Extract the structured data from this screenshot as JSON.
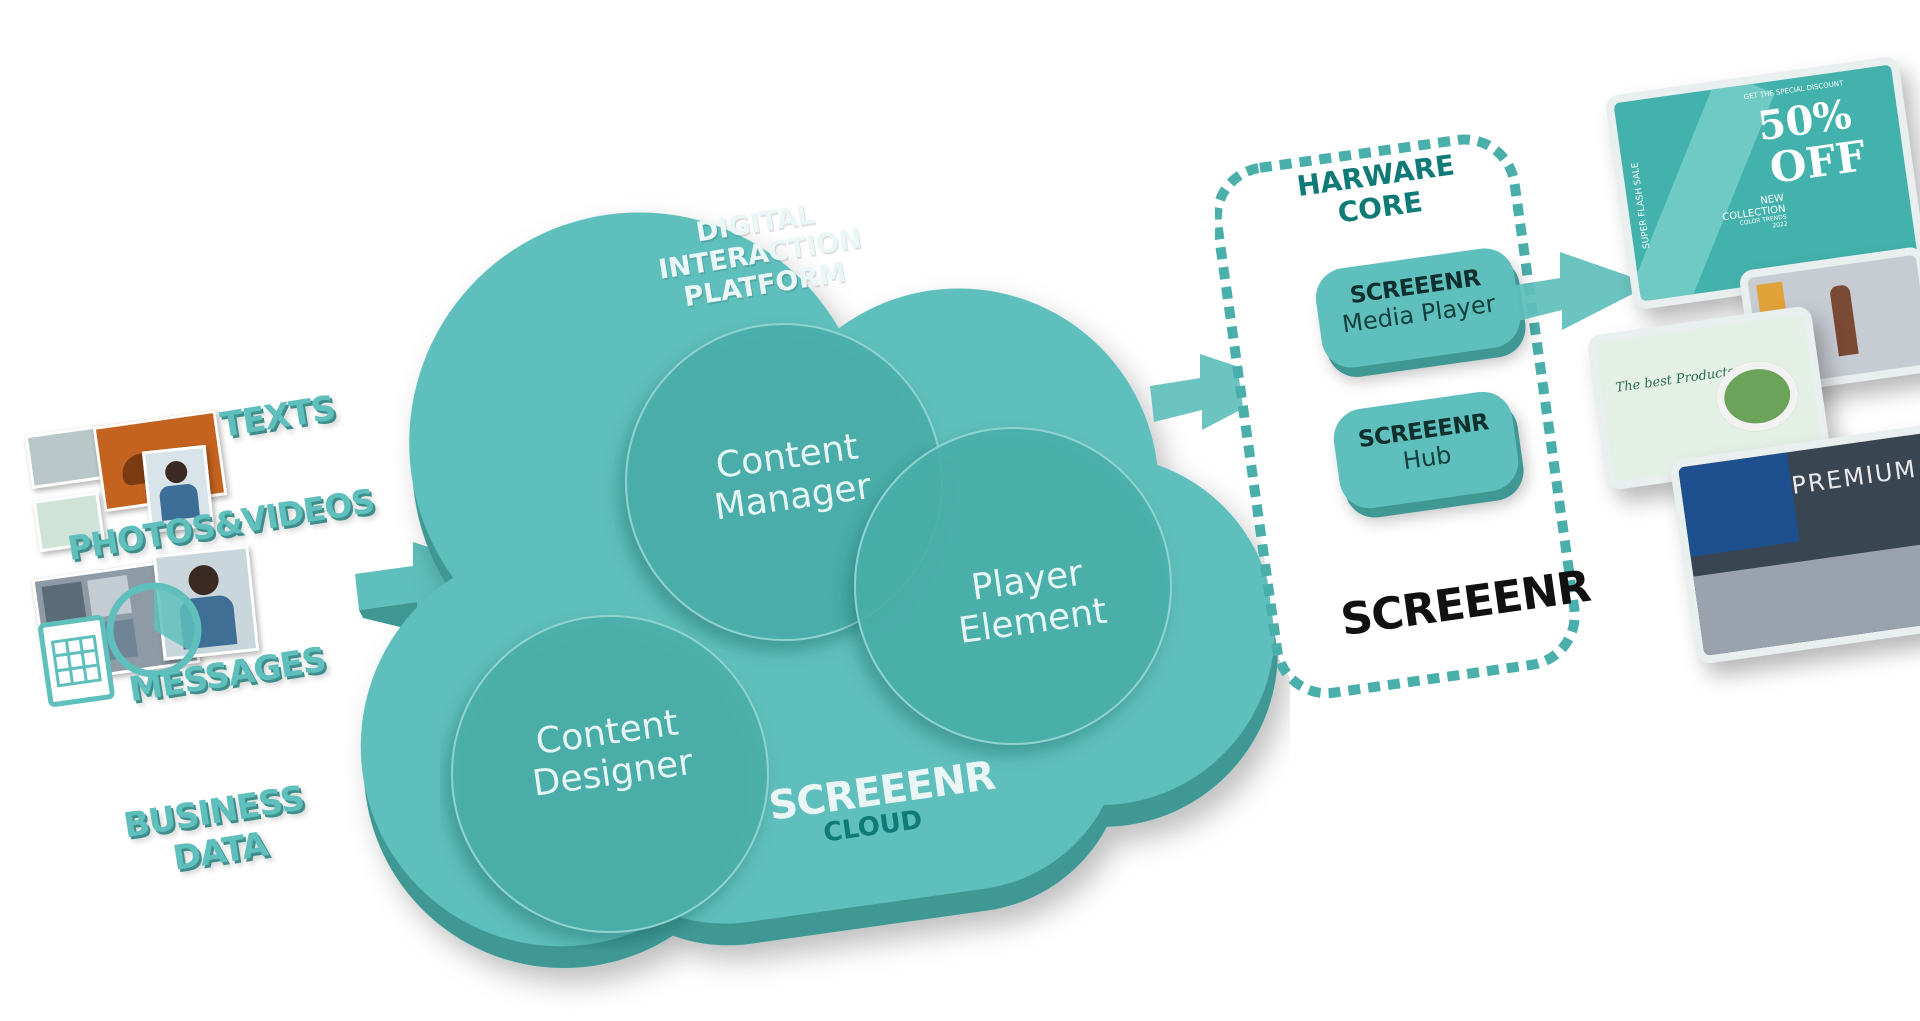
{
  "inputs": {
    "texts": "TEXTS",
    "photos_videos": "PHOTOS&VIDEOS",
    "messages": "MESSAGES",
    "business_data": [
      "BUSINESS",
      "DATA"
    ]
  },
  "platform": {
    "title_line1": "DIGITAL INTERACTION",
    "title_line2": "PLATFORM",
    "circles": {
      "content_manager": [
        "Content",
        "Manager"
      ],
      "player_element": [
        "Player",
        "Element"
      ],
      "content_designer": [
        "Content",
        "Designer"
      ]
    },
    "cloud_brand": "SCREEENR",
    "cloud_label": "CLOUD"
  },
  "hardware": {
    "title_line1": "HARWARE",
    "title_line2": "CORE",
    "media_player": {
      "brand": "SCREEENR",
      "label": "Media Player"
    },
    "hub": {
      "brand": "SCREEENR",
      "label": "Hub"
    },
    "brand": "SCREEENR"
  },
  "screens": {
    "sale": {
      "top_text": "GET THE SPECIAL DISCOUNT",
      "percent": "50%",
      "off": "OFF",
      "side_text": "SUPER FLASH SALE",
      "collection_line1": "NEW",
      "collection_line2": "COLLECTION",
      "collection_line3": "COLOR TRENDS",
      "collection_line4": "2022"
    },
    "food": {
      "title": "The best Products"
    },
    "mall": {
      "sign": "PREMIUM ST"
    }
  },
  "colors": {
    "teal": "#5fbfbc",
    "teal_dark": "#3f9894",
    "teal_deep": "#0f7a76",
    "circle": "#4aaeaa"
  }
}
